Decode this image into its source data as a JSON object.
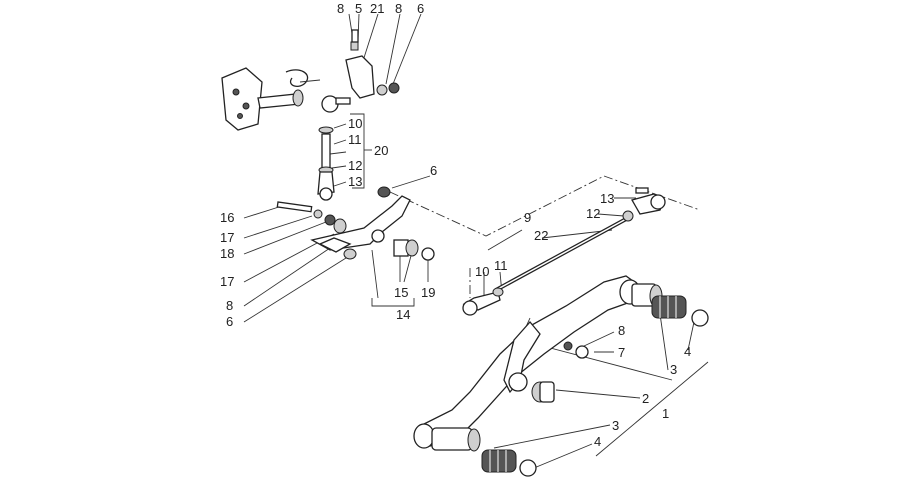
{
  "callouts": [
    {
      "id": "c-8a",
      "text": "8"
    },
    {
      "id": "c-5",
      "text": "5"
    },
    {
      "id": "c-21",
      "text": "21"
    },
    {
      "id": "c-8b",
      "text": "8"
    },
    {
      "id": "c-6a",
      "text": "6"
    },
    {
      "id": "c-10a",
      "text": "10"
    },
    {
      "id": "c-11a",
      "text": "11"
    },
    {
      "id": "c-20",
      "text": "20"
    },
    {
      "id": "c-12a",
      "text": "12"
    },
    {
      "id": "c-13a",
      "text": "13"
    },
    {
      "id": "c-6b",
      "text": "6"
    },
    {
      "id": "c-16",
      "text": "16"
    },
    {
      "id": "c-17a",
      "text": "17"
    },
    {
      "id": "c-18",
      "text": "18"
    },
    {
      "id": "c-17b",
      "text": "17"
    },
    {
      "id": "c-8c",
      "text": "8"
    },
    {
      "id": "c-6c",
      "text": "6"
    },
    {
      "id": "c-15",
      "text": "15"
    },
    {
      "id": "c-19",
      "text": "19"
    },
    {
      "id": "c-14",
      "text": "14"
    },
    {
      "id": "c-9",
      "text": "9"
    },
    {
      "id": "c-22",
      "text": "22"
    },
    {
      "id": "c-13b",
      "text": "13"
    },
    {
      "id": "c-12b",
      "text": "12"
    },
    {
      "id": "c-10b",
      "text": "10"
    },
    {
      "id": "c-11b",
      "text": "11"
    },
    {
      "id": "c-8d",
      "text": "8"
    },
    {
      "id": "c-7",
      "text": "7"
    },
    {
      "id": "c-3a",
      "text": "3"
    },
    {
      "id": "c-4a",
      "text": "4"
    },
    {
      "id": "c-2",
      "text": "2"
    },
    {
      "id": "c-1",
      "text": "1"
    },
    {
      "id": "c-3b",
      "text": "3"
    },
    {
      "id": "c-4b",
      "text": "4"
    }
  ]
}
